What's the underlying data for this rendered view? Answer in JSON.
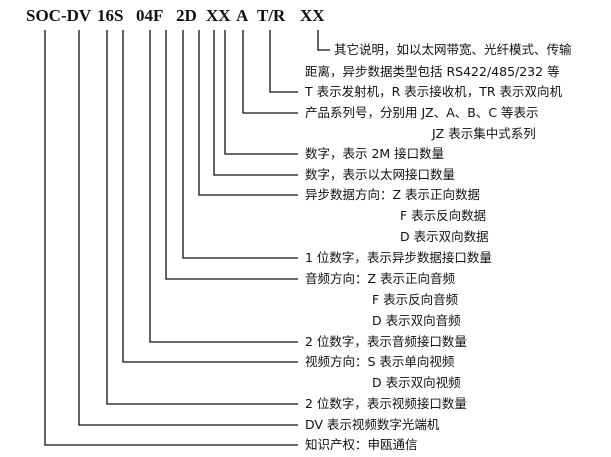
{
  "code": {
    "prefix": "SOC-DV",
    "video_ports": "16S",
    "audio_ports": "04F",
    "async_ports": "2D",
    "ethernet_ports": "XX",
    "series": "A",
    "tx_rx": "T/R",
    "other": "XX"
  },
  "notes": {
    "other_line1": "其它说明，如以太网带宽、光纤模式、传输",
    "other_line2": "距离，异步数据类型包括 RS422/485/232 等",
    "tx_rx": "T 表示发射机，R 表示接收机，TR 表示双向机",
    "series_line1": "产品系列号，分别用 JZ、A、B、C 等表示",
    "series_line2": "JZ 表示集中式系列",
    "ports_2m": "数字，表示 2M 接口数量",
    "ethernet": "数字，表示以太网接口数量",
    "async_dir_line1": "异步数据方向：Z 表示正向数据",
    "async_dir_line2": "F 表示反向数据",
    "async_dir_line3": "D 表示双向数据",
    "async_count": "1 位数字，表示异步数据接口数量",
    "audio_dir_line1": "音频方向：Z 表示正向音频",
    "audio_dir_line2": "F 表示反向音频",
    "audio_dir_line3": "D 表示双向音频",
    "audio_count": "2 位数字，表示音频接口数量",
    "video_dir_line1": "视频方向：S 表示单向视频",
    "video_dir_line2": "D 表示双向视频",
    "video_count": "2 位数字，表示视频接口数量",
    "dv_meaning": "DV 表示视频数字光端机",
    "ip": "知识产权：申瓯通信"
  }
}
